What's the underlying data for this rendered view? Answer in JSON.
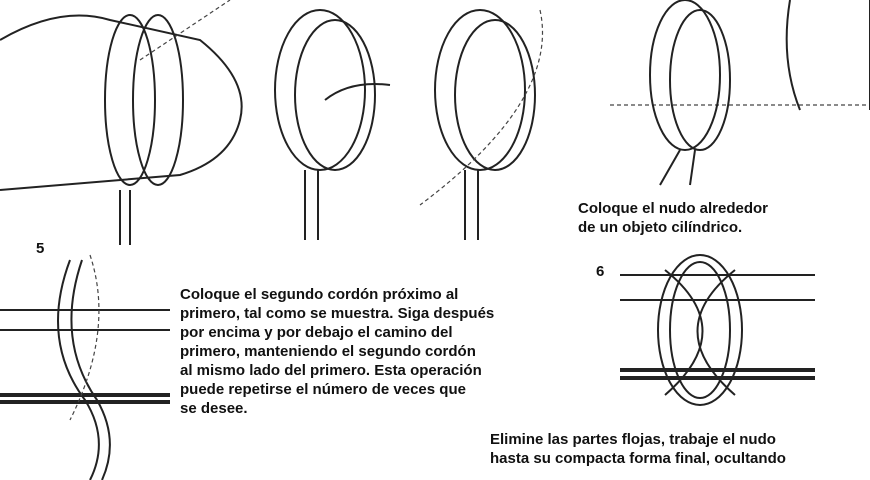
{
  "steps": [
    {
      "number": "",
      "text": [
        "Coloque el nudo alrededor",
        "de un objeto cilíndrico."
      ]
    },
    {
      "number": "5",
      "text": [
        "Coloque el segundo cordón próximo al",
        "primero, tal como se muestra. Siga después",
        "por encima y por debajo el camino del",
        "primero, manteniendo el segundo cordón",
        "al mismo lado del primero. Esta operación",
        "puede repetirse el número de veces que",
        "se desee."
      ]
    },
    {
      "number": "6",
      "text": [
        "Elimine las partes flojas, trabaje el nudo",
        "hasta su compacta forma final, ocultando"
      ]
    }
  ]
}
